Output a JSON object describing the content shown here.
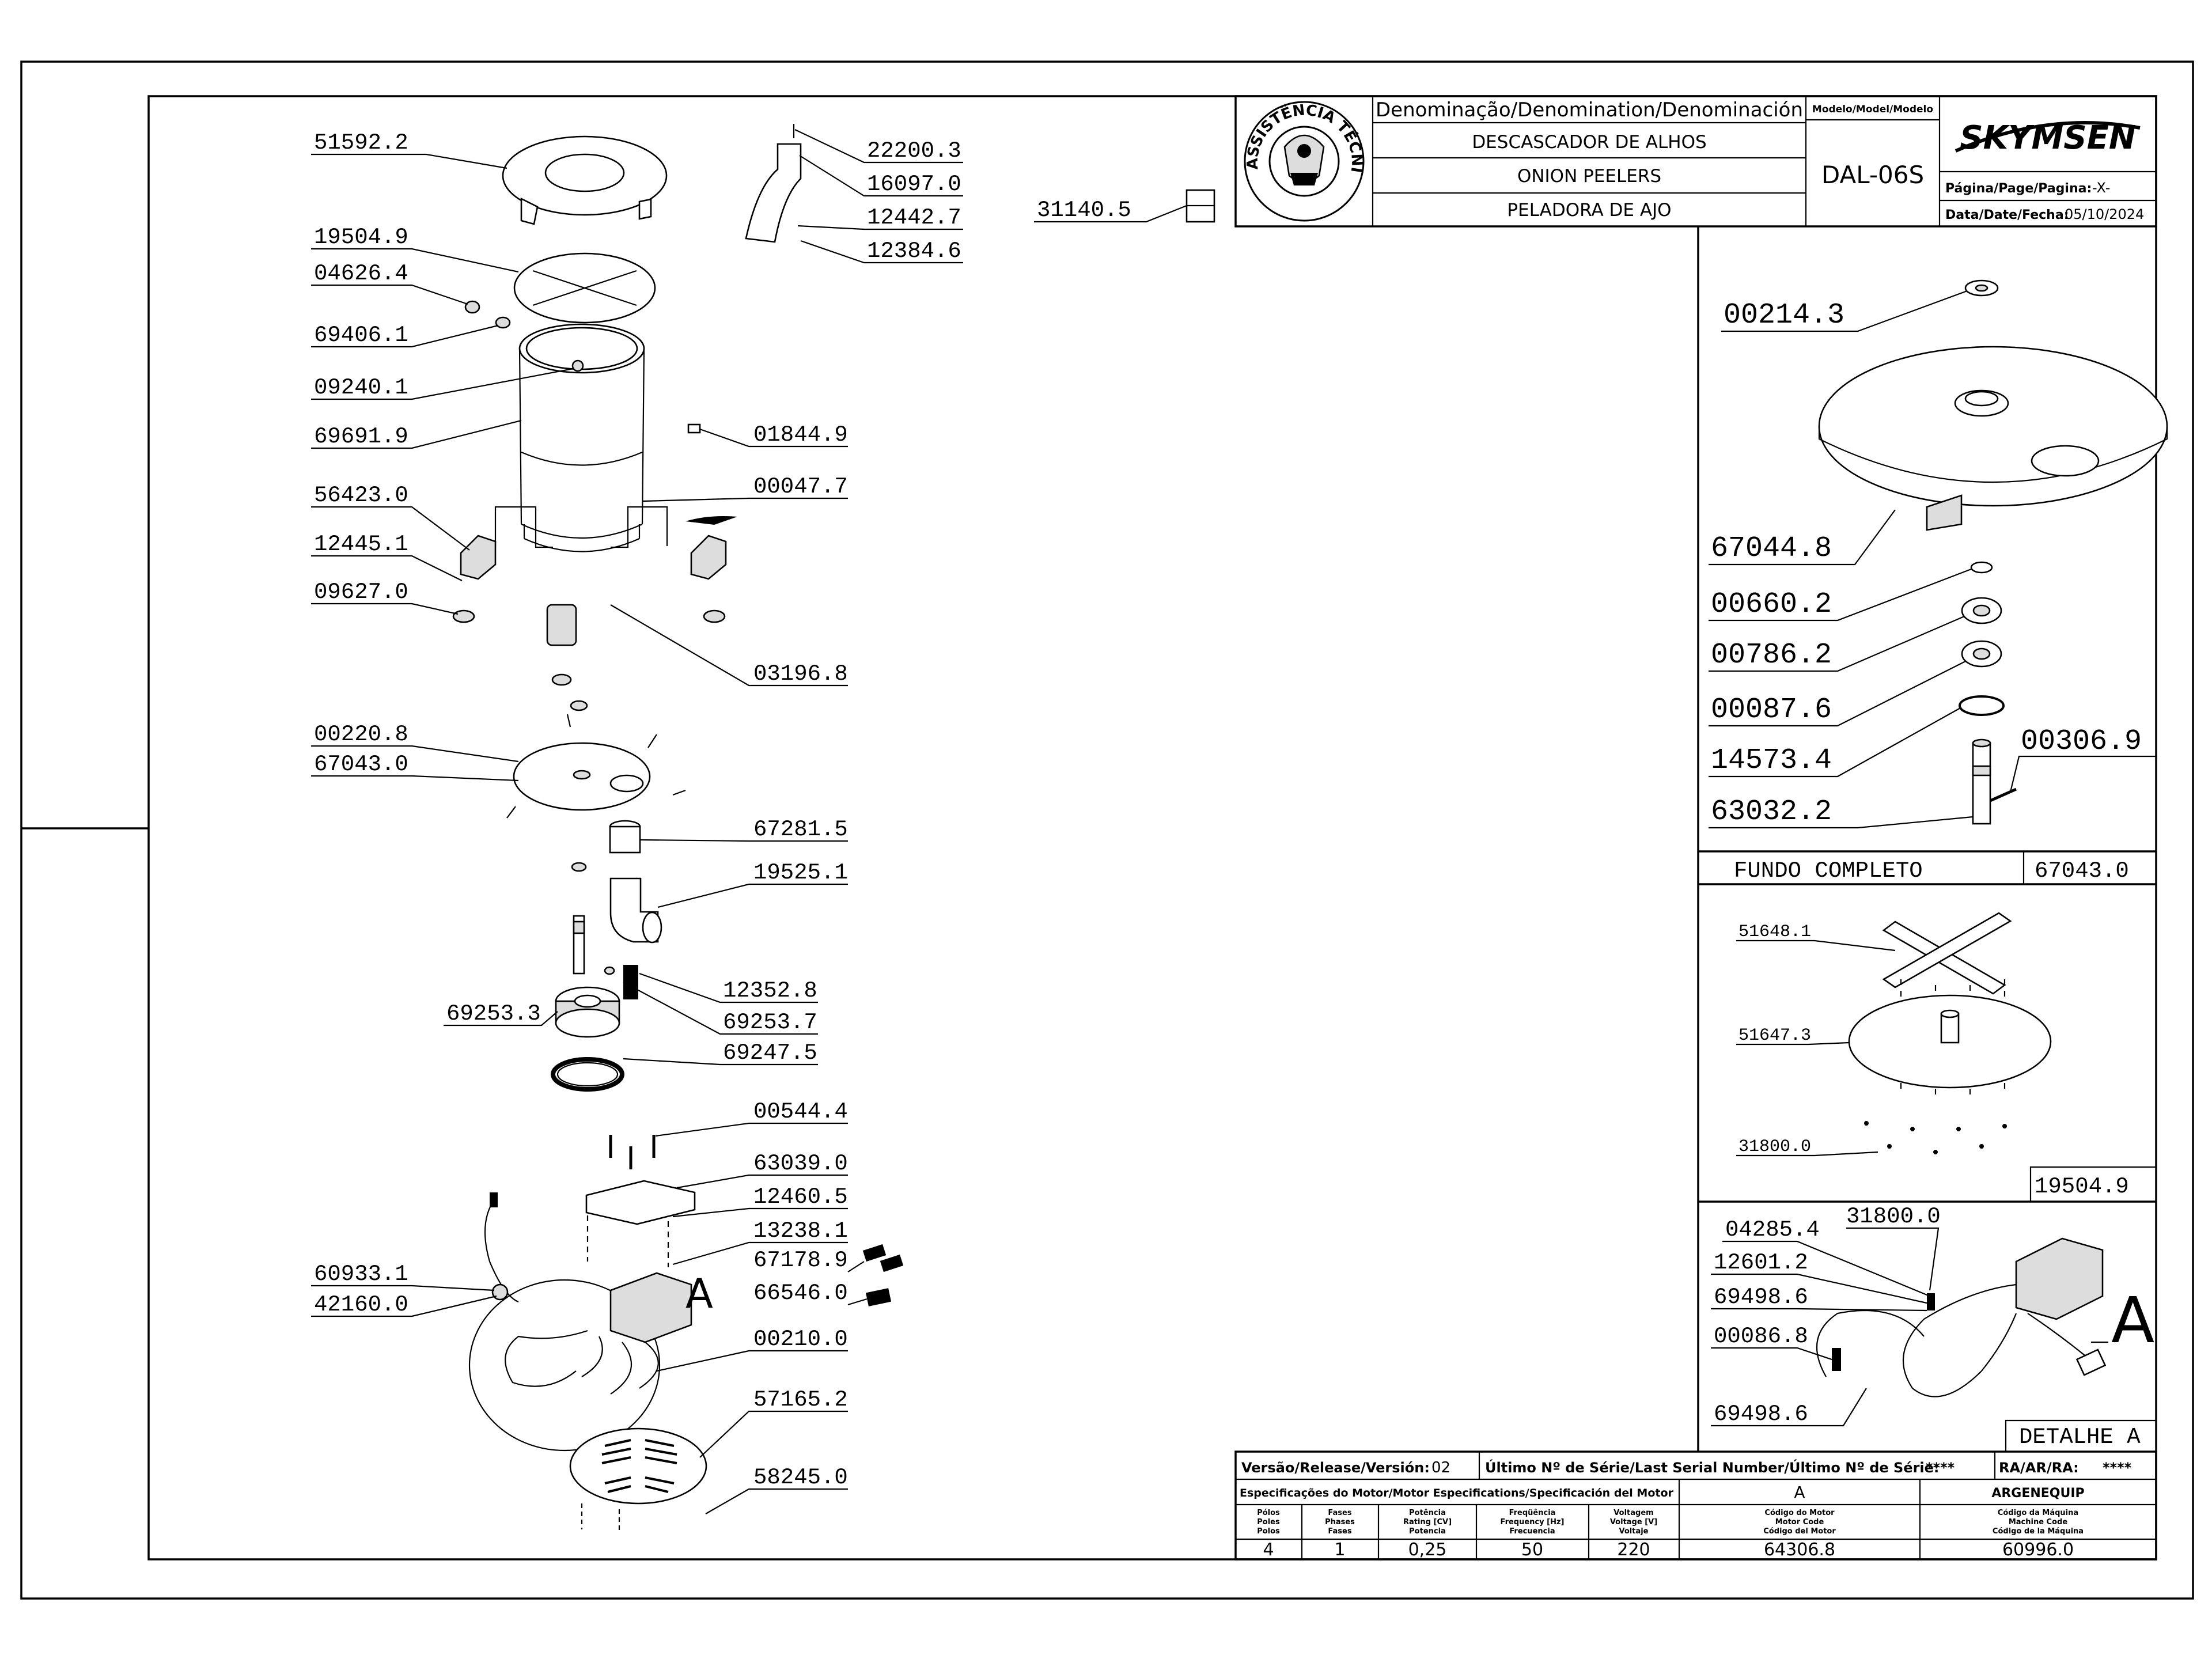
{
  "title_block": {
    "denomination_header": "Denominação/Denomination/Denominación",
    "model_header": "Modelo/Model/Modelo",
    "name_pt": "DESCASCADOR DE ALHOS",
    "name_en": "ONION PEELERS",
    "name_es": "PELADORA DE AJO",
    "model": "DAL-06S",
    "brand": "SKYMSEN",
    "page_label": "Página/Page/Pagina:",
    "page_value": "-X-",
    "date_label": "Data/Date/Fecha:",
    "date_value": "05/10/2024",
    "seal_text": "ASSISTÊNCIA TÉCNICA AUTORIZADA"
  },
  "left_parts": [
    {
      "code": "51592.2"
    },
    {
      "code": "19504.9"
    },
    {
      "code": "04626.4"
    },
    {
      "code": "69406.1"
    },
    {
      "code": "09240.1"
    },
    {
      "code": "69691.9"
    },
    {
      "code": "56423.0"
    },
    {
      "code": "12445.1"
    },
    {
      "code": "09627.0"
    },
    {
      "code": "00220.8"
    },
    {
      "code": "67043.0"
    },
    {
      "code": "69253.3"
    },
    {
      "code": "60933.1"
    },
    {
      "code": "42160.0"
    }
  ],
  "right_parts": [
    {
      "code": "22200.3"
    },
    {
      "code": "16097.0"
    },
    {
      "code": "12442.7"
    },
    {
      "code": "12384.6"
    },
    {
      "code": "01844.9"
    },
    {
      "code": "00047.7"
    },
    {
      "code": "03196.8"
    },
    {
      "code": "67281.5"
    },
    {
      "code": "19525.1"
    },
    {
      "code": "12352.8"
    },
    {
      "code": "69253.7"
    },
    {
      "code": "69247.5"
    },
    {
      "code": "00544.4"
    },
    {
      "code": "63039.0"
    },
    {
      "code": "12460.5"
    },
    {
      "code": "13238.1"
    },
    {
      "code": "67178.9"
    },
    {
      "code": "66546.0"
    },
    {
      "code": "00210.0"
    },
    {
      "code": "57165.2"
    },
    {
      "code": "58245.0"
    }
  ],
  "extra_part": "31140.5",
  "detail_a_marker": "A",
  "bottom_section": {
    "title": "FUNDO COMPLETO",
    "code": "67043.0",
    "parts": [
      "00214.3",
      "67044.8",
      "00660.2",
      "00786.2",
      "00087.6",
      "14573.4",
      "63032.2",
      "00306.9"
    ]
  },
  "blade_section": {
    "code": "19504.9",
    "parts": [
      "51648.1",
      "51647.3",
      "31800.0"
    ]
  },
  "detail_a": {
    "title": "DETALHE A",
    "marker": "A",
    "parts": [
      "31800.0",
      "04285.4",
      "12601.2",
      "69498.6",
      "00086.8",
      "69498.6"
    ]
  },
  "spec_table": {
    "release_label": "Versão/Release/Versión:",
    "release_value": "02",
    "serial_label": "Último Nº de Série/Last Serial Number/Último Nº de Série:",
    "serial_value": "****",
    "ra_label": "RA/AR/RA:",
    "ra_value": "****",
    "motor_spec_label": "Especificações do Motor/Motor Especifications/Specificación del Motor",
    "motor_variant": "A",
    "manufacturer": "ARGENEQUIP",
    "columns": [
      {
        "h1": "Pólos",
        "h2": "Poles",
        "h3": "Polos",
        "value": "4"
      },
      {
        "h1": "Fases",
        "h2": "Phases",
        "h3": "Fases",
        "value": "1"
      },
      {
        "h1": "Potência",
        "h2": "Rating [CV]",
        "h3": "Potencia",
        "value": "0,25"
      },
      {
        "h1": "Freqüência",
        "h2": "Frequency [Hz]",
        "h3": "Frecuencia",
        "value": "50"
      },
      {
        "h1": "Voltagem",
        "h2": "Voltage [V]",
        "h3": "Voltaje",
        "value": "220"
      },
      {
        "h1": "Código do Motor",
        "h2": "Motor Code",
        "h3": "Código del Motor",
        "value": "64306.8"
      },
      {
        "h1": "Código da Máquina",
        "h2": "Machine Code",
        "h3": "Código de la Máquina",
        "value": "60996.0"
      }
    ]
  }
}
